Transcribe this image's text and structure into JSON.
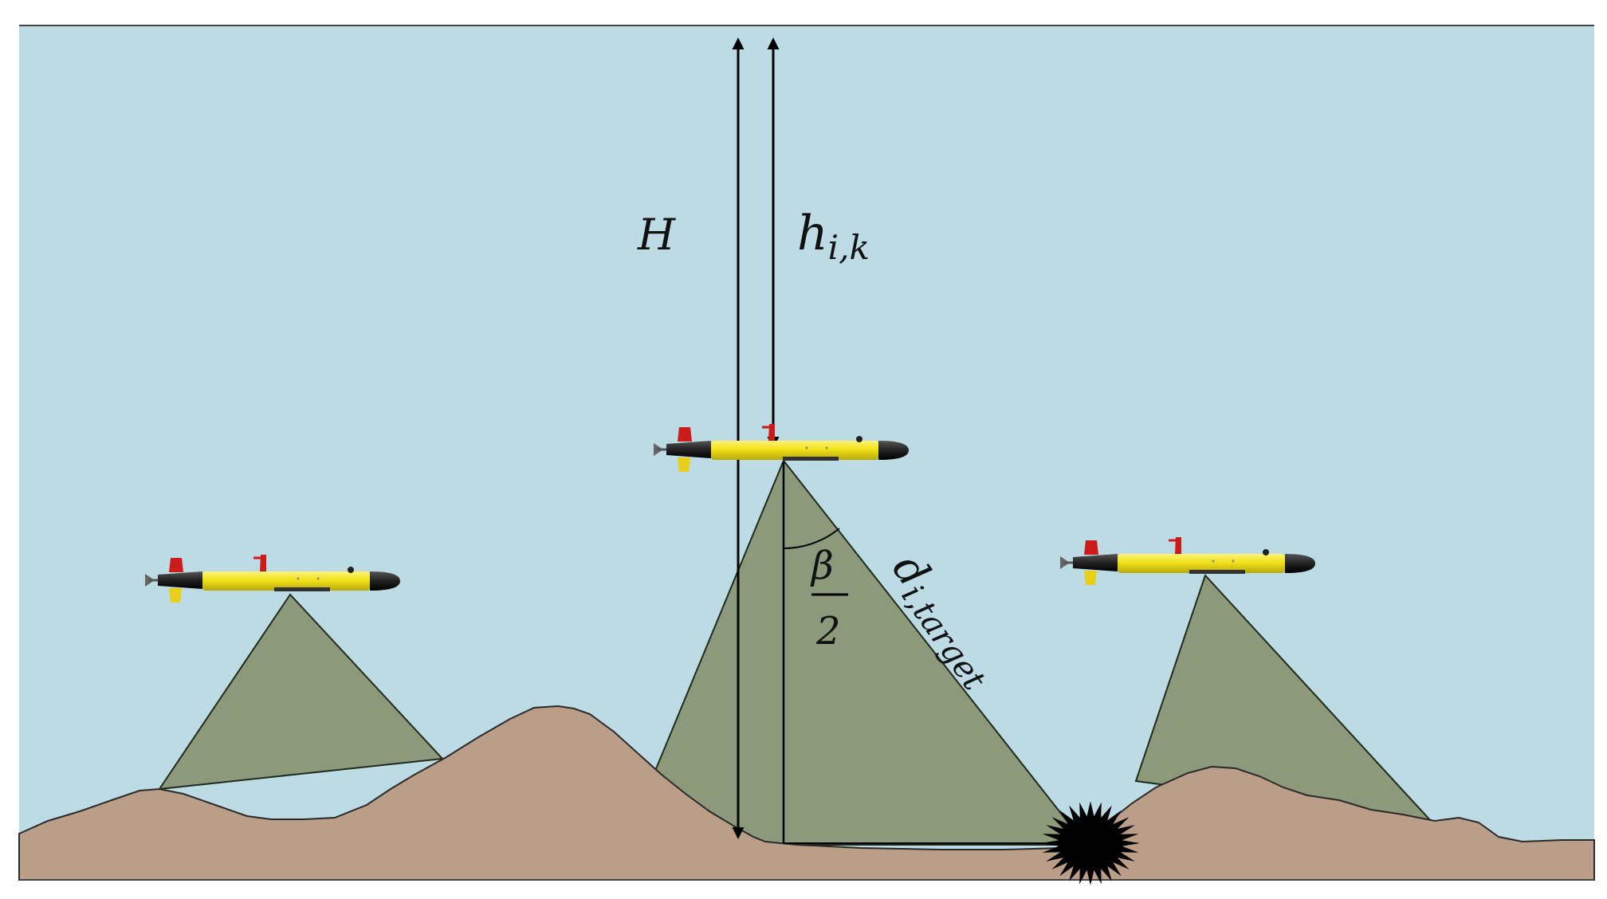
{
  "labels": {
    "H": "H",
    "h_main": "h",
    "h_sub": "i,k",
    "beta": "β",
    "two": "2",
    "d_main": "d",
    "d_sub": "i,target"
  },
  "colors": {
    "water": "#bcdbe4",
    "seabed": "#bb9e88",
    "cone": "#8c9a7b",
    "vehicle_body": "#f2e21a",
    "vehicle_dark": "#2b2b2b",
    "vehicle_fin": "#d11a1a",
    "target": "#000000"
  }
}
